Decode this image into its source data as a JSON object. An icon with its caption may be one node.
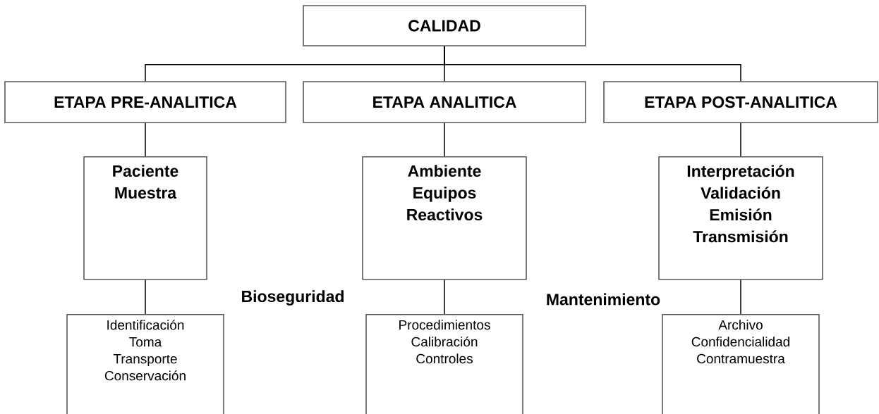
{
  "diagram": {
    "nodes": [
      {
        "text": [
          "CALIDAD"
        ]
      },
      {
        "text": [
          "ETAPA PRE-ANALITICA"
        ]
      },
      {
        "text": [
          "ETAPA ANALITICA"
        ]
      },
      {
        "text": [
          "ETAPA POST-ANALITICA"
        ]
      },
      {
        "text": [
          "Paciente",
          "Muestra"
        ]
      },
      {
        "text": [
          "Ambiente",
          "Equipos",
          "Reactivos"
        ]
      },
      {
        "text": [
          "Interpretación",
          "Validación",
          "Emisión",
          "Transmisión"
        ]
      },
      {
        "text": [
          "Identificación",
          "Toma",
          "Transporte",
          "Conservación"
        ]
      },
      {
        "text": [
          "Procedimientos",
          "Calibración",
          "Controles"
        ]
      },
      {
        "text": [
          "Archivo",
          "Confidencialidad",
          "Contramuestra"
        ]
      }
    ],
    "edges": [
      {
        "from": 0,
        "to": 1,
        "arrow": "none"
      },
      {
        "from": 0,
        "to": 2,
        "arrow": "none"
      },
      {
        "from": 0,
        "to": 3,
        "arrow": "none"
      },
      {
        "from": 1,
        "to": 4,
        "arrow": "none"
      },
      {
        "from": 2,
        "to": 5,
        "arrow": "none"
      },
      {
        "from": 3,
        "to": 6,
        "arrow": "none"
      },
      {
        "from": 4,
        "to": 7,
        "arrow": "none"
      },
      {
        "from": 5,
        "to": 8,
        "arrow": "none"
      },
      {
        "from": 6,
        "to": 9,
        "arrow": "none"
      }
    ],
    "labels": [
      "Bioseguridad",
      "Mantenimiento"
    ]
  }
}
